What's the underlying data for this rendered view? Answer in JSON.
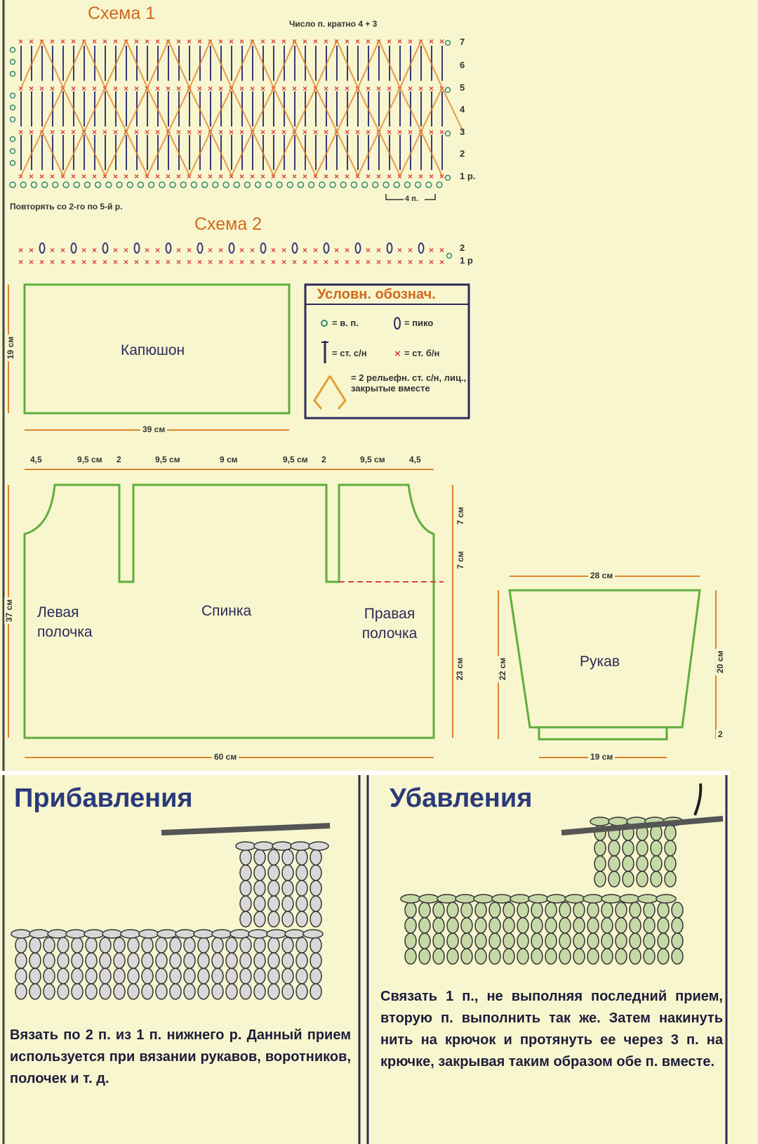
{
  "scheme1": {
    "title": "Схема 1",
    "note": "Число п. кратно 4 + 3",
    "rows": [
      "7",
      "6",
      "5",
      "4",
      "3",
      "2",
      "1 р."
    ],
    "repeat_label": "4 п.",
    "repeat_note": "Повторять со 2-го по 5-й р."
  },
  "scheme2": {
    "title": "Схема 2",
    "rows": [
      "2",
      "1 р"
    ]
  },
  "legend": {
    "title": "Условн. обознач.",
    "chain": "= в. п.",
    "picot": "= пико",
    "dc": "= ст. с/н",
    "sc": "= ст. б/н",
    "relief": "= 2 рельефн. ст. с/н, лиц., закрытые вместе"
  },
  "hood": {
    "label": "Капюшон",
    "height": "19 см",
    "width": "39 см"
  },
  "body": {
    "top_dims": [
      "4,5",
      "9,5 см",
      "2",
      "9,5 см",
      "9 см",
      "9,5 см",
      "2",
      "9,5 см",
      "4,5"
    ],
    "left": "Левая полочка",
    "back": "Спинка",
    "right": "Правая полочка",
    "height": "37 см",
    "side": [
      "7 см",
      "7 см",
      "23 см"
    ],
    "width": "60 см"
  },
  "sleeve": {
    "label": "Рукав",
    "top": "28 см",
    "bottom": "19 см",
    "left": "22 см",
    "right": "20 см",
    "cuff": "2"
  },
  "increase": {
    "title": "Прибавления",
    "text": "Вязать по 2 п. из 1 п. нижнего р. Данный прием используется при вязании рукавов, воротников, полочек и т. д."
  },
  "decrease": {
    "title": "Убавления",
    "text": "Связать 1 п., не выполняя последний прием, вторую п. выполнить так же. Затем накинуть нить на крючок и протянуть ее через 3 п. на крючке, закрывая таким образом обе п. вместе."
  },
  "colors": {
    "green": "#5fae3c",
    "orange": "#e0832a",
    "red": "#d94040",
    "navy": "#2b2b5a",
    "chain": "#2f8a70"
  }
}
